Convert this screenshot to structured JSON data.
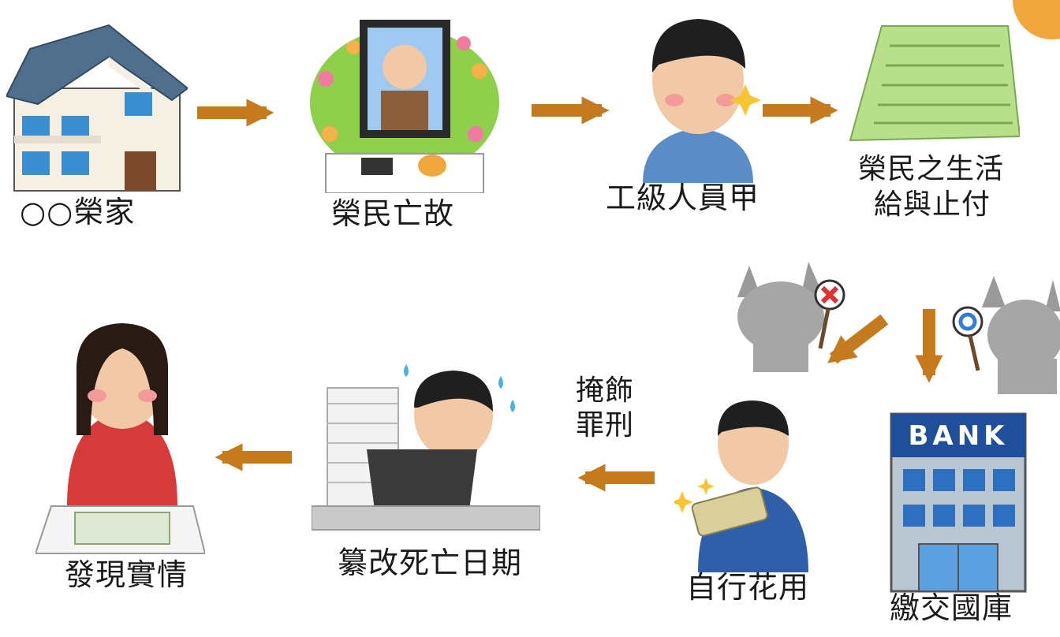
{
  "labels": {
    "house": "○○榮家",
    "death": "榮民亡故",
    "worker": "工級人員甲",
    "stop_line1": "榮民之生活",
    "stop_line2": "給與止付",
    "bank": "繳交國庫",
    "spend": "自行花用",
    "hide_line1": "掩飾",
    "hide_line2": "罪刑",
    "tamper": "纂改死亡日期",
    "discover": "發現實情"
  },
  "bank_sign": "BANK",
  "colors": {
    "arrow": "#c67a1e",
    "accent": "#f0a63a"
  },
  "icons": [
    "house-icon",
    "funeral-altar-icon",
    "scheming-man-icon",
    "passbook-icon",
    "cat-deny-icon",
    "cat-approve-icon",
    "bank-building-icon",
    "man-with-cash-icon",
    "stressed-office-worker-icon",
    "thinking-woman-icon"
  ]
}
